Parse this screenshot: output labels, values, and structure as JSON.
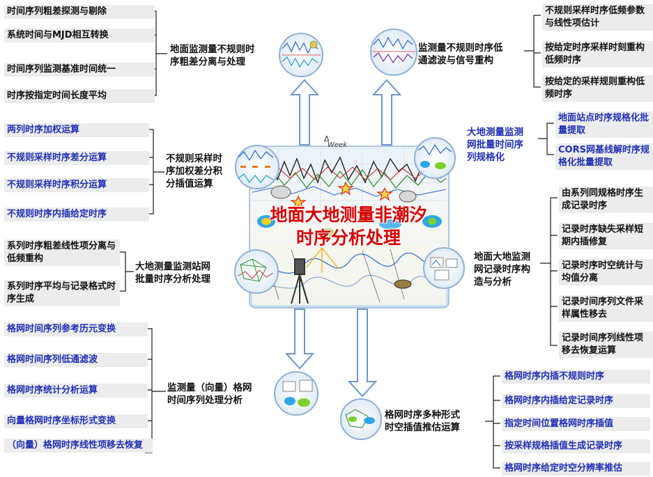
{
  "center": {
    "line1": "地面大地测量非潮汐",
    "line2": "时序分析处理",
    "week_mark": "Week"
  },
  "modules": [
    {
      "id": "m1",
      "title_lines": [
        "地面监测量不规则时",
        "序粗差分离与处理"
      ],
      "color": "dark",
      "items": [
        "时间序列粗差探测与剔除",
        "系统时间与MJD相互转换",
        "时间序列监测基准时间统一",
        "时序按指定时间长度平均"
      ]
    },
    {
      "id": "m2",
      "title_lines": [
        "监测量不规则时序低",
        "通滤波与信号重构"
      ],
      "color": "dark",
      "items": [
        "不规则采样时序低频参数与线性项估计",
        "按给定时序采样时刻重构低频时序",
        "按给定的采样规则重构低频时序"
      ]
    },
    {
      "id": "m3",
      "title_lines": [
        "不规则采样时",
        "序加权差分积",
        "分插值运算"
      ],
      "color": "dark",
      "items": [
        "两列时序加权运算",
        "不规则采样时序差分运算",
        "不规则采样时序积分运算",
        "不规则时序内插给定时序"
      ]
    },
    {
      "id": "m4",
      "title_lines": [
        "大地测量监测",
        "网批量时间序",
        "列规格化"
      ],
      "color": "blue",
      "items": [
        "地面站点时序规格化批量提取",
        "CORS网基线解时序规格化批量提取"
      ]
    },
    {
      "id": "m5",
      "title_lines": [
        "大地测量监测站网",
        "批量时序分析处理"
      ],
      "color": "dark",
      "items": [
        "系列时序粗差线性项分离与低频重构",
        "系列时序平均与记录格式时序生成"
      ]
    },
    {
      "id": "m6",
      "title_lines": [
        "地面大地监测",
        "网记录时序构",
        "造与分析"
      ],
      "color": "dark",
      "items": [
        "由系列同规格时序生成记录时序",
        "记录时序缺失采样短期内插修复",
        "记录时序时空统计与均值分离",
        "记录时间序列文件采样属性移去",
        "记录时间序列线性项移去恢复运算"
      ]
    },
    {
      "id": "m7",
      "title_lines": [
        "监测量（向量）格网",
        "时间序列处理分析"
      ],
      "color": "dark",
      "items": [
        "格网时间序列参考历元变换",
        "格网时间序列低通滤波",
        "格网时序统计分析运算",
        "向量格网时序坐标形式变换",
        "（向量）格网时序线性项移去恢复"
      ]
    },
    {
      "id": "m8",
      "title_lines": [
        "格网时序多种形式",
        "时空插值推估运算"
      ],
      "color": "dark",
      "items": [
        "格网时序内插不规则时序",
        "格网时序内插给定记录时序",
        "指定时间位置格网时序插值",
        "按采样规格插值生成记录时序",
        "格网时序给定时空分辨率推估"
      ]
    }
  ]
}
